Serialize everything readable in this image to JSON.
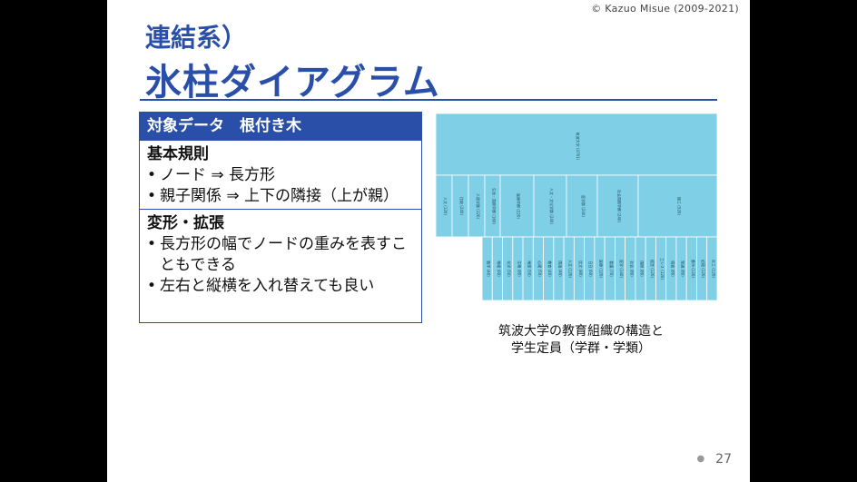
{
  "header": {
    "copyright": "© Kazuo Misue (2009-2021)"
  },
  "title": {
    "line1": "連結系）",
    "line2": "氷柱ダイアグラム"
  },
  "box": {
    "heading": "対象データ　根付き木",
    "sections": [
      {
        "title": "基本規則",
        "bullets": [
          "ノード ⇒ 長方形",
          "親子関係 ⇒ 上下の隣接（上が親）"
        ]
      },
      {
        "title": "変形・拡張",
        "bullets": [
          "長方形の幅でノードの重みを表すこともできる",
          "左右と縦横を入れ替えても良い"
        ]
      }
    ]
  },
  "figure": {
    "fill_color": "#7fcfe6",
    "root_label": "筑波大学 (4701)",
    "level1_labels": [
      "人文 (120)",
      "比較 (240)",
      "人間学群 (120)",
      "生命・国際学群 (160)",
      "医療学群 (220)",
      "人文・文化学群 (240)",
      "医学群 (240)",
      "社会国際学群 (240)",
      "理工 (520)"
    ],
    "level2_labels": [
      "数学 (40)",
      "物理 (60)",
      "化学 (50)",
      "生物 (80)",
      "地球 (50)",
      "心理 (50)",
      "教育 (40)",
      "国語 (40)",
      "人文 (120)",
      "比文 (80)",
      "日日 (60)",
      "医療 (120)",
      "看護 (70)",
      "医学 (140)",
      "社会 (80)",
      "国際 (80)",
      "経営 (120)",
      "工シス (120)",
      "情報 (80)",
      "知識 (80)",
      "都市 (120)",
      "応理 (120)",
      "社工 (120)"
    ],
    "caption_line1": "筑波大学の教育組織の構造と",
    "caption_line2": "学生定員（学群・学類）"
  },
  "page_number": "27"
}
